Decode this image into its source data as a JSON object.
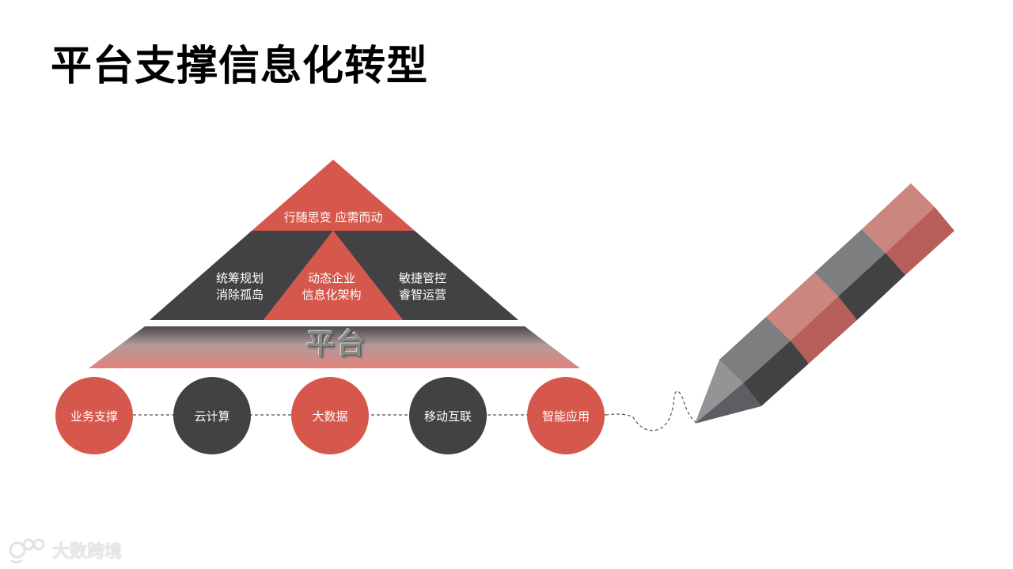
{
  "title": "平台支撑信息化转型",
  "pyramid": {
    "top": "行随思变 应需而动",
    "middle_left": [
      "统筹规划",
      "消除孤岛"
    ],
    "middle_center": [
      "动态企业",
      "信息化架构"
    ],
    "middle_right": [
      "敏捷管控",
      "睿智运营"
    ],
    "platform": "平台"
  },
  "nodes": [
    {
      "label": "业务支撑",
      "color": "#d6574b"
    },
    {
      "label": "云计算",
      "color": "#424244"
    },
    {
      "label": "大数据",
      "color": "#d6574b"
    },
    {
      "label": "移动互联",
      "color": "#424244"
    },
    {
      "label": "智能应用",
      "color": "#d6574b"
    }
  ],
  "colors": {
    "accent_red": "#d6574b",
    "dark_gray": "#424244",
    "pencil_light_red": "#cb8680",
    "pencil_dark_red": "#b75e58",
    "pencil_gray": "#7e7e80"
  },
  "watermark": {
    "text": "大数跨境",
    "icon": "watermark-logo-icon"
  }
}
